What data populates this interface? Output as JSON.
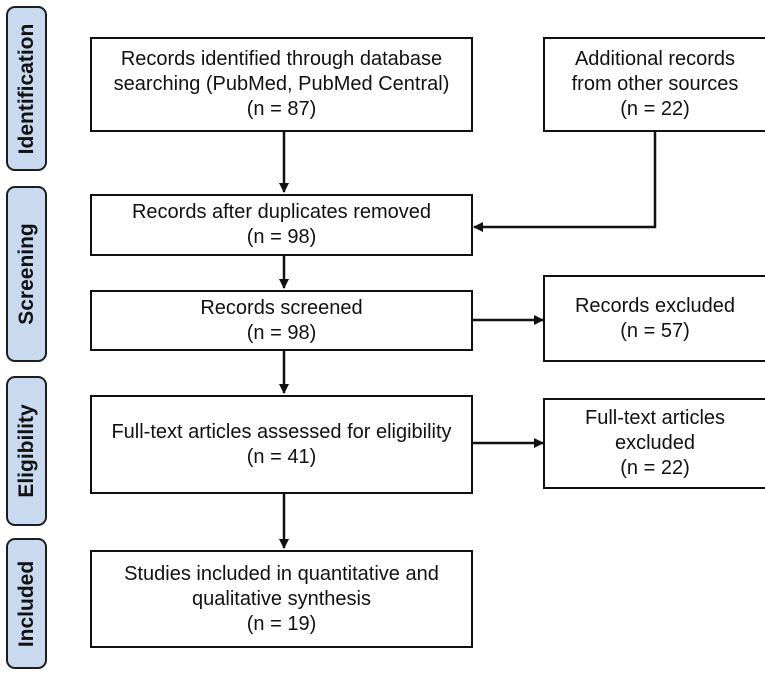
{
  "phases": [
    "Identification",
    "Screening",
    "Eligibility",
    "Included"
  ],
  "boxes": {
    "identified": {
      "lines": [
        "Records identified through database",
        "searching (PubMed, PubMed Central)",
        "(n = 87)"
      ]
    },
    "additional": {
      "lines": [
        "Additional records",
        "from other sources",
        "(n = 22)"
      ]
    },
    "after_duplicates": {
      "lines": [
        "Records after duplicates removed",
        "(n = 98)"
      ]
    },
    "screened": {
      "lines": [
        "Records screened",
        "(n = 98)"
      ]
    },
    "excluded": {
      "lines": [
        "Records excluded",
        "(n = 57)"
      ]
    },
    "fulltext_assessed": {
      "lines": [
        "Full-text articles assessed for eligibility",
        "(n = 41)"
      ]
    },
    "fulltext_excluded": {
      "lines": [
        "Full-text articles",
        "excluded",
        "(n = 22)"
      ]
    },
    "included": {
      "lines": [
        "Studies included in quantitative and",
        "qualitative synthesis",
        "(n = 19)"
      ]
    }
  },
  "colors": {
    "phase_fill": "#c9daf0",
    "stroke": "#111111"
  }
}
